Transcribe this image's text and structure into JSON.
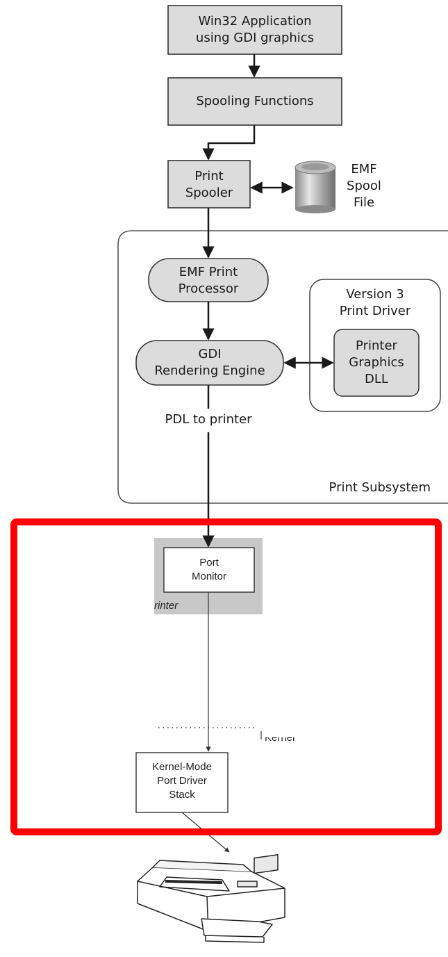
{
  "nodes": {
    "win32_app": "Win32 Application\nusing GDI graphics",
    "spooling_functions": "Spooling Functions",
    "print_spooler": "Print\nSpooler",
    "emf_spool_file": "EMF\nSpool\nFile",
    "emf_print_processor": "EMF Print\nProcessor",
    "gdi_rendering_engine": "GDI\nRendering Engine",
    "version3_driver": "Version 3\nPrint Driver",
    "printer_graphics_dll": "Printer\nGraphics\nDLL",
    "pdl_to_printer": "PDL to printer",
    "print_subsystem": "Print Subsystem",
    "port_monitor": "Port\nMonitor",
    "printer_fragment": "rinter",
    "kernel_fragment": "Kernel",
    "kernel_mode_stack": "Kernel-Mode\nPort Driver\nStack"
  },
  "colors": {
    "box_fill": "#dcdcdc",
    "highlight": "#ff0000",
    "monitor_band": "#c8c8c8"
  },
  "icons": {
    "spool_file": "cylinder-icon",
    "printer": "printer-icon"
  }
}
